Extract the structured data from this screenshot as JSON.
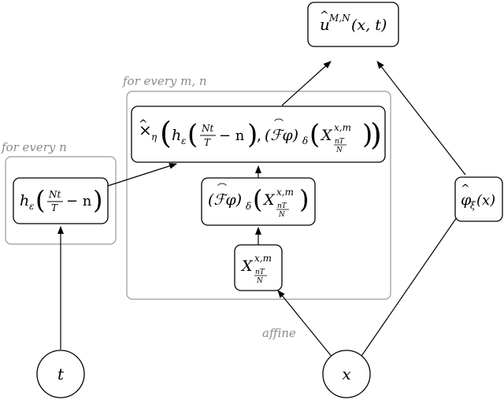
{
  "groups": {
    "every_n": "for every n",
    "every_mn": "for every m, n"
  },
  "edge_labels": {
    "affine": "affine"
  },
  "nodes": {
    "t": "t",
    "x": "x",
    "u": {
      "base": "u",
      "sup": "M,N",
      "args": "(x, t)"
    },
    "phi_xi": {
      "base": "φ",
      "sub": "ξ",
      "args": "(x)"
    },
    "h_eps": {
      "base": "h",
      "sub": "ε",
      "frac_num": "Nt",
      "frac_den": "T",
      "minus": "− n"
    },
    "X": {
      "base": "X",
      "sup": "x,m",
      "sub_num": "nT",
      "sub_den": "N"
    },
    "F_phi": {
      "base": "(ℱφ)",
      "sub": "δ"
    },
    "times_eta": {
      "base": "×",
      "sub": "η"
    }
  }
}
